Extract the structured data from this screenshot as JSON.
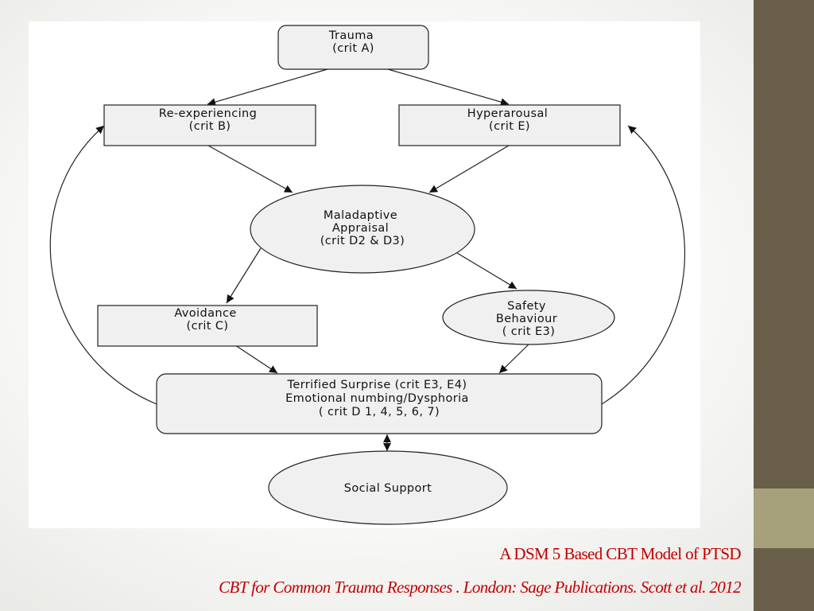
{
  "slide": {
    "title": "A DSM 5 Based CBT Model of PTSD",
    "source": "CBT for Common Trauma Responses .   London: Sage Publications.   Scott et al.   2012",
    "colors": {
      "side_bar": "#695f48",
      "side_accent": "#a6a07b",
      "caption": "#c00000",
      "node_fill": "#f0f0f0",
      "stroke": "#222222"
    }
  },
  "diagram": {
    "nodes": {
      "trauma": [
        "Trauma",
        "(crit A)"
      ],
      "reexperiencing": [
        "Re-experiencing",
        "(crit B)"
      ],
      "hyperarousal": [
        "Hyperarousal",
        "(crit E)"
      ],
      "appraisal": [
        "Maladaptive",
        "Appraisal",
        "(crit D2 & D3)"
      ],
      "avoidance": [
        "Avoidance",
        "(crit C)"
      ],
      "safety": [
        "Safety",
        "Behaviour",
        "( crit E3)"
      ],
      "terrified": [
        "Terrified Surprise (crit E3, E4)",
        "Emotional numbing/Dysphoria",
        "( crit D 1, 4, 5, 6, 7)"
      ],
      "social": [
        "Social Support"
      ]
    }
  }
}
